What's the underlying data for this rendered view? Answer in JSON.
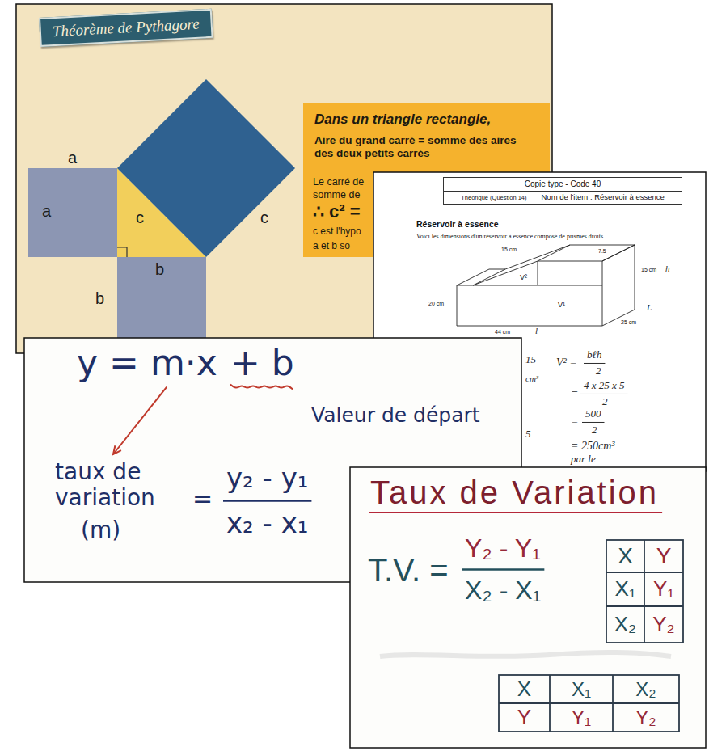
{
  "diagram": {
    "nodes": [
      {
        "text": [
          "Théorème de Pythagore"
        ]
      },
      {
        "text": [
          "Dans un triangle rectangle,",
          "Aire du grand carré = somme des aires des deux petits carrés",
          "Le carré de",
          "somme de",
          "∴ c² =",
          "c est l'hypo",
          "a et b so"
        ]
      },
      {
        "text": [
          "Copie type - Code 40"
        ]
      },
      {
        "text": [
          "Théorique (Question 14)",
          "Nom de l'item : Réservoir à essence"
        ]
      }
    ],
    "labels": [
      "a",
      "a",
      "c",
      "c",
      "b",
      "b",
      "Réservoir à essence",
      "Voici les dimensions d'un réservoir à essence composé de prismes droits.",
      "15 cm",
      "7.5",
      "15 cm",
      "h",
      "20 cm",
      "25 cm",
      "L",
      "44 cm",
      "l",
      "V²",
      "V¹",
      "15",
      "cm³",
      "V² =",
      "bℓh",
      "2",
      "=",
      "4 x 25 x 5",
      "2",
      "=",
      "500",
      "2",
      "= 250cm³",
      "5",
      "par le",
      "y = m·x",
      "+ b",
      "Valeur de départ",
      "taux de variation",
      "(m)",
      "=",
      "y₂ - y₁",
      "x₂ - x₁",
      "Taux de Variation",
      "T.V. =",
      "Y₂ - Y₁",
      "X₂ - X₁",
      "X",
      "Y",
      "X₁",
      "Y₁",
      "X₂",
      "Y₂",
      "X",
      "X₁",
      "X₂",
      "Y",
      "Y₁",
      "Y₂"
    ]
  }
}
